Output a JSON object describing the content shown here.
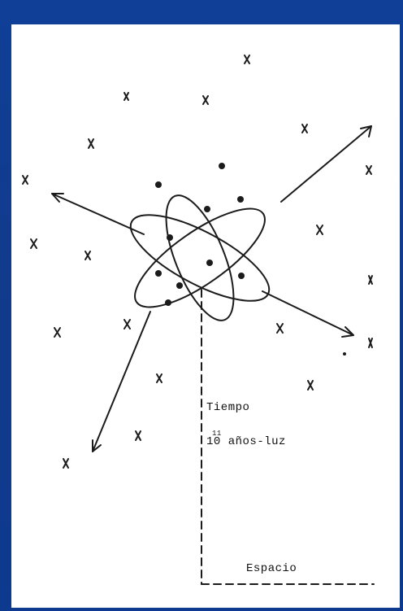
{
  "diagram": {
    "time_label": "Tiempo",
    "time_value_base": "10",
    "time_value_exp": "11",
    "time_value_unit": "años-luz",
    "space_label": "Espacio"
  },
  "colors": {
    "background": "#123a8a",
    "panel": "#ffffff",
    "ink": "#1b1b1b"
  }
}
